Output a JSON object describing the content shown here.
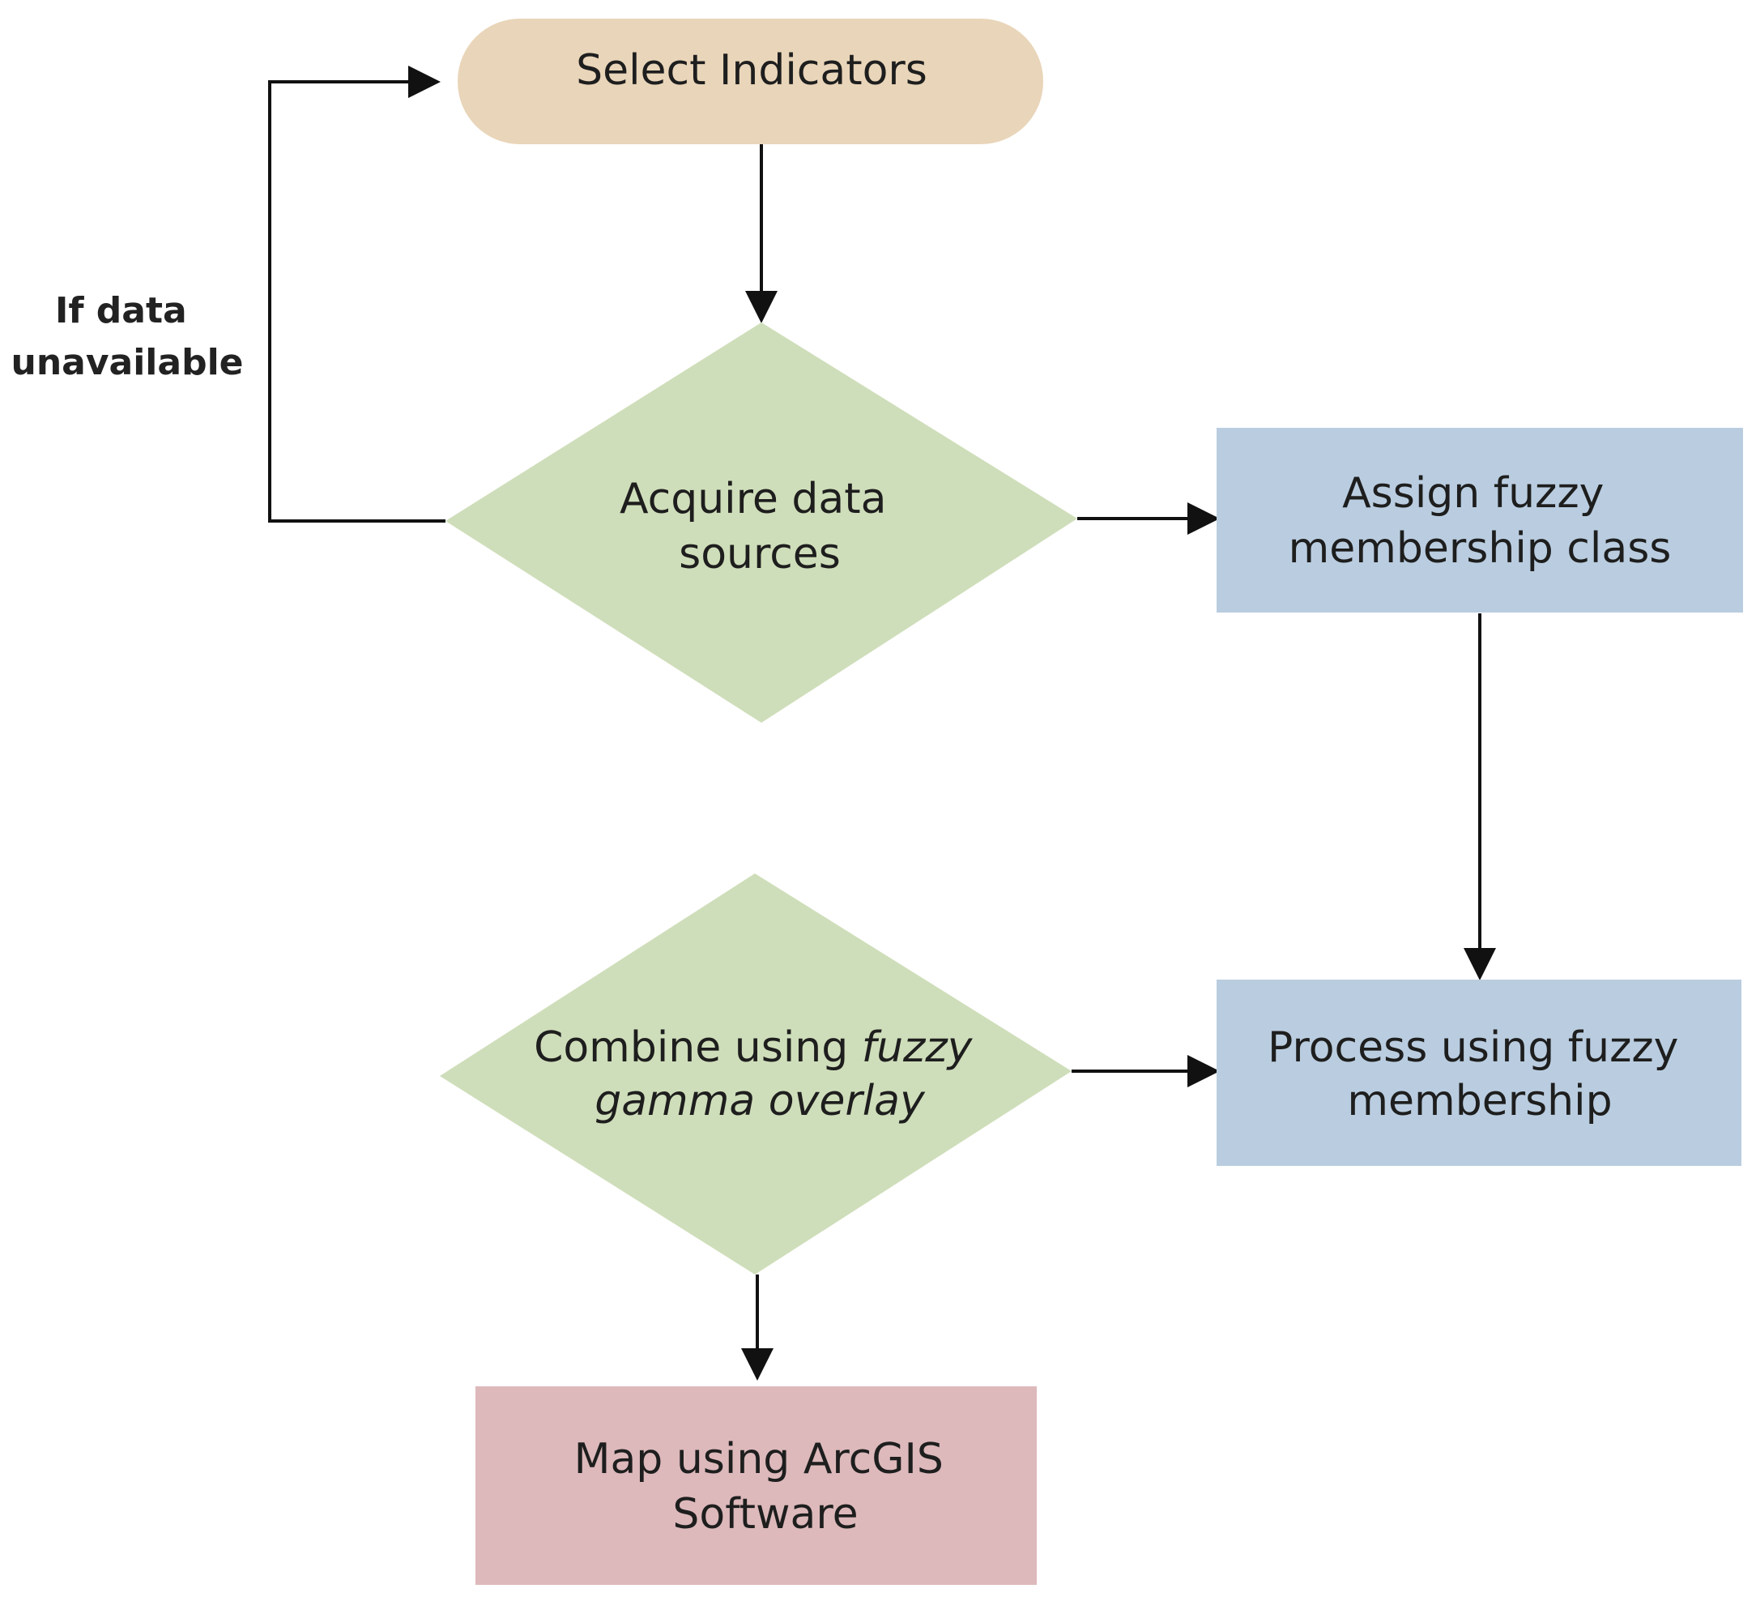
{
  "colors": {
    "start_fill": "#e9d5b9",
    "decision_fill": "#cfdeba",
    "process_fill": "#bacde0",
    "output_fill": "#ddb9bb",
    "line": "#111111",
    "text": "#1e1e1e"
  },
  "nodes": {
    "select_indicators": {
      "label": "Select Indicators"
    },
    "acquire_data": {
      "line1": "Acquire data",
      "line2": "sources"
    },
    "assign_fuzzy": {
      "line1": "Assign fuzzy",
      "line2": "membership class"
    },
    "process_fuzzy": {
      "line1": "Process using fuzzy",
      "line2": "membership"
    },
    "combine_gamma": {
      "line1_plain": "Combine using ",
      "line1_italic": "fuzzy",
      "line2_italic": "gamma overlay"
    },
    "map_arcgis": {
      "line1": "Map using ArcGIS",
      "line2": "Software"
    }
  },
  "edge_labels": {
    "data_unavailable": {
      "line1": "If data",
      "line2": "unavailable"
    }
  }
}
